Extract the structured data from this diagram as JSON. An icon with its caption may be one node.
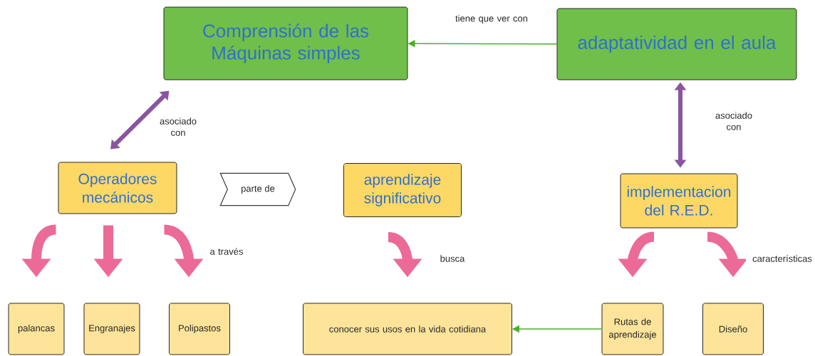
{
  "diagram": {
    "nodes": [
      {
        "text": [
          "Comprensión de las Máquinas simples"
        ]
      },
      {
        "text": [
          "adaptatividad en el aula"
        ]
      },
      {
        "text": [
          "Operadores mecánicos"
        ]
      },
      {
        "text": [
          "parte de"
        ]
      },
      {
        "text": [
          "aprendizaje significativo"
        ]
      },
      {
        "text": [
          "implementacion del R.E.D."
        ]
      },
      {
        "text": [
          "palancas"
        ]
      },
      {
        "text": [
          "Engranajes"
        ]
      },
      {
        "text": [
          "Polipastos"
        ]
      },
      {
        "text": [
          "conocer sus usos en la vida cotidiana"
        ]
      },
      {
        "text": [
          "Rutas de aprendizaje"
        ]
      },
      {
        "text": [
          "Diseño"
        ]
      }
    ],
    "edges": [
      {
        "from": 1,
        "to": 0,
        "arrow": "to",
        "label": "tiene que ver con",
        "color": "#4caf27"
      },
      {
        "from": 0,
        "to": 2,
        "arrow": "both",
        "label": "asociado con",
        "color": "#8a55a0"
      },
      {
        "from": 1,
        "to": 5,
        "arrow": "both",
        "label": "asociado con",
        "color": "#8a55a0"
      },
      {
        "from": 2,
        "to": 6,
        "arrow": "to"
      },
      {
        "from": 2,
        "to": 7,
        "arrow": "to"
      },
      {
        "from": 2,
        "to": 8,
        "arrow": "to",
        "label": "a través"
      },
      {
        "from": 4,
        "to": 9,
        "arrow": "to",
        "label": "busca"
      },
      {
        "from": 5,
        "to": 10,
        "arrow": "to"
      },
      {
        "from": 5,
        "to": 11,
        "arrow": "to",
        "label": "características"
      },
      {
        "from": 10,
        "to": 9,
        "arrow": "to",
        "color": "#4caf27"
      }
    ]
  }
}
